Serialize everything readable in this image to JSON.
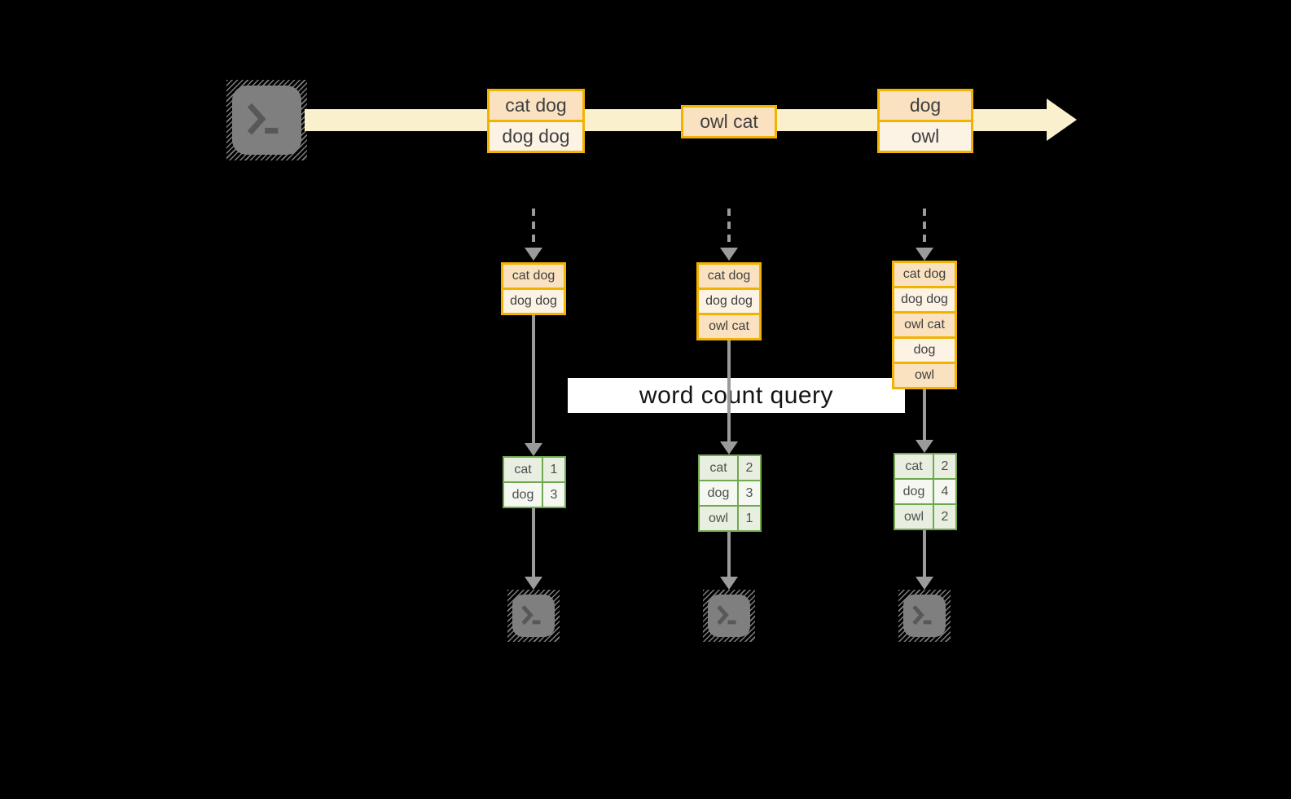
{
  "diagram": {
    "title_note": "streaming word count diagram",
    "query_label": "word count query",
    "stream": {
      "events": [
        {
          "rows": [
            "cat dog",
            "dog dog"
          ]
        },
        {
          "rows": [
            "owl cat"
          ]
        },
        {
          "rows": [
            "dog",
            "owl"
          ]
        }
      ]
    },
    "columns": [
      {
        "state_rows": [
          "cat dog",
          "dog dog"
        ],
        "counts": [
          {
            "word": "cat",
            "count": "1"
          },
          {
            "word": "dog",
            "count": "3"
          }
        ]
      },
      {
        "state_rows": [
          "cat dog",
          "dog dog",
          "owl cat"
        ],
        "counts": [
          {
            "word": "cat",
            "count": "2"
          },
          {
            "word": "dog",
            "count": "3"
          },
          {
            "word": "owl",
            "count": "1"
          }
        ]
      },
      {
        "state_rows": [
          "cat dog",
          "dog dog",
          "owl cat",
          "dog",
          "owl"
        ],
        "counts": [
          {
            "word": "cat",
            "count": "2"
          },
          {
            "word": "dog",
            "count": "4"
          },
          {
            "word": "owl",
            "count": "2"
          }
        ]
      }
    ],
    "icons": {
      "source": "terminal-icon",
      "sinks": "terminal-icon",
      "prompt_glyph": ">_"
    },
    "colors": {
      "stream_cream": "#FAF0CD",
      "orange_border": "#F2B200",
      "peach_dark": "#FAE2C1",
      "peach_light": "#FCF3E5",
      "green_border": "#6FA84F",
      "green_dark": "#E8EFE1",
      "green_light": "#F4F8F0",
      "arrow_gray": "#9B9B9B",
      "terminal_gray": "#7F7F7F",
      "query_band_bg": "#FFFFFF",
      "background": "#000000"
    }
  }
}
